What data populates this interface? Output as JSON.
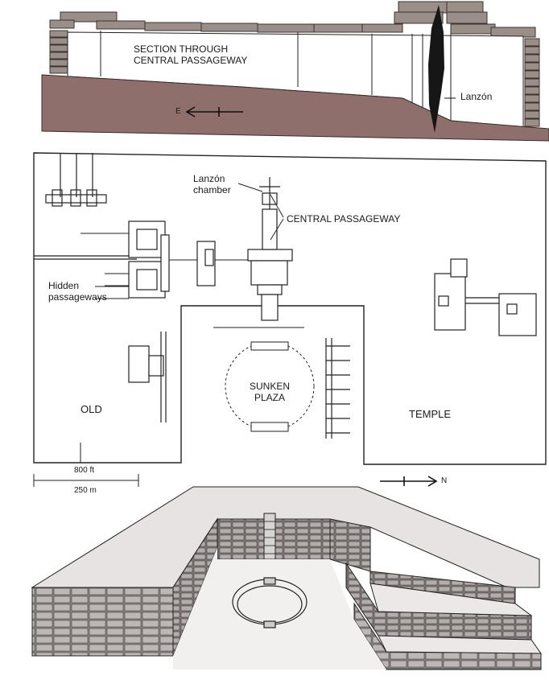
{
  "section": {
    "title_line1": "SECTION THROUGH",
    "title_line2": "CENTRAL PASSAGEWAY",
    "lanzon_label": "Lanzón",
    "direction_label": "E"
  },
  "plan": {
    "lanzon_chamber_line1": "Lanzón",
    "lanzon_chamber_line2": "chamber",
    "central_passageway": "CENTRAL PASSAGEWAY",
    "hidden_line1": "Hidden",
    "hidden_line2": "passageways",
    "sunken_line1": "SUNKEN",
    "sunken_line2": "PLAZA",
    "old": "OLD",
    "temple": "TEMPLE",
    "scale_ft": "800 ft",
    "scale_m": "250 m",
    "north_label": "N"
  }
}
